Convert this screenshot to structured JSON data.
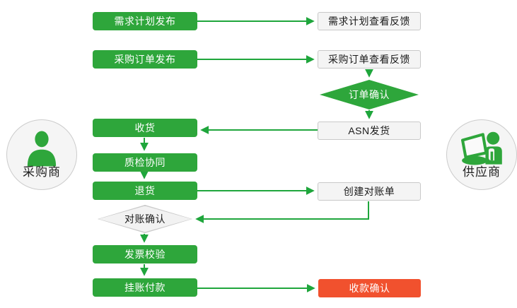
{
  "diagram": {
    "type": "flowchart",
    "description": "procurement-supplier-collaboration-process"
  },
  "colors": {
    "process_green": "#2EA63B",
    "alert_red": "#F1512E",
    "neutral_fill": "#F4F4F4",
    "neutral_border": "#C9C9C9",
    "arrow_green": "#1FA63C"
  },
  "actors": {
    "buyer": {
      "label": "采购商",
      "icon": "person-icon"
    },
    "supplier": {
      "label": "供应商",
      "icon": "person-laptop-icon"
    }
  },
  "nodes": [
    {
      "id": "demand-plan-publish",
      "label": "需求计划发布",
      "style": "green"
    },
    {
      "id": "demand-plan-feedback",
      "label": "需求计划查看反馈",
      "style": "gray"
    },
    {
      "id": "po-publish",
      "label": "采购订单发布",
      "style": "green"
    },
    {
      "id": "po-feedback",
      "label": "采购订单查看反馈",
      "style": "gray"
    },
    {
      "id": "order-confirm",
      "label": "订单确认",
      "style": "green-diamond"
    },
    {
      "id": "receive-goods",
      "label": "收货",
      "style": "green"
    },
    {
      "id": "asn-ship",
      "label": "ASN发货",
      "style": "gray"
    },
    {
      "id": "quality-inspection",
      "label": "质检协同",
      "style": "green"
    },
    {
      "id": "return-goods",
      "label": "退货",
      "style": "green"
    },
    {
      "id": "create-statement",
      "label": "创建对账单",
      "style": "gray"
    },
    {
      "id": "reconcile-confirm",
      "label": "对账确认",
      "style": "gray-diamond"
    },
    {
      "id": "invoice-verify",
      "label": "发票校验",
      "style": "green"
    },
    {
      "id": "book-payment",
      "label": "挂账付款",
      "style": "green"
    },
    {
      "id": "receipt-confirm",
      "label": "收款确认",
      "style": "red"
    }
  ]
}
